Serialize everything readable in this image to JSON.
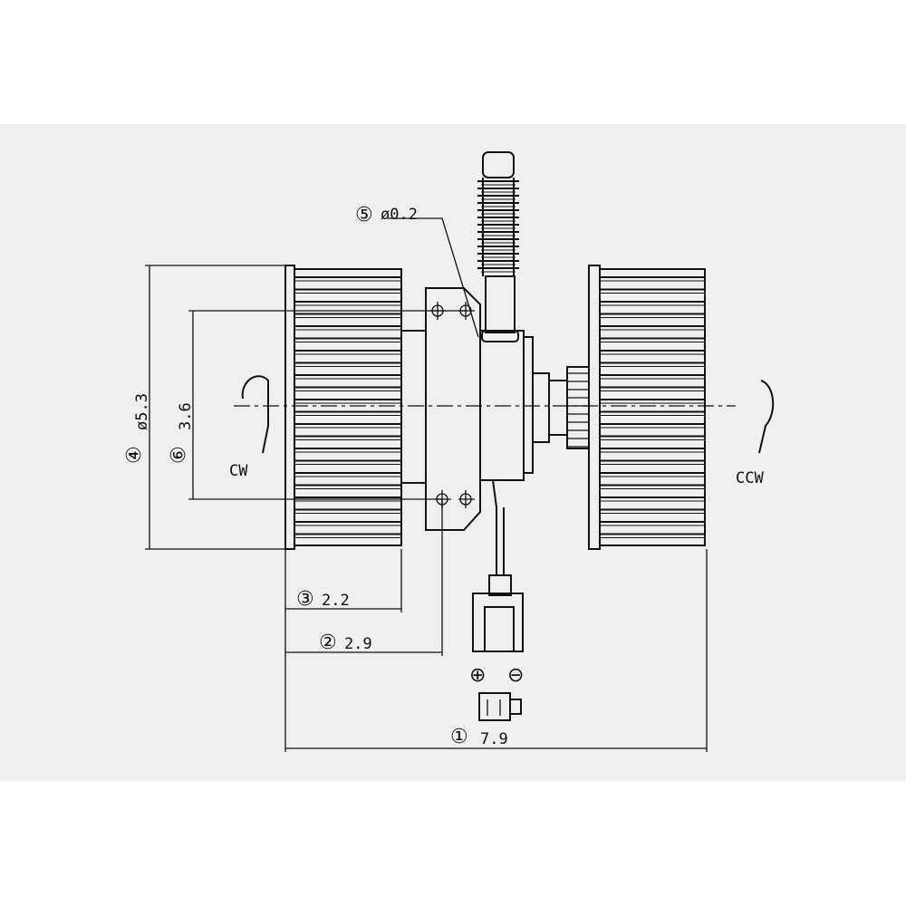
{
  "diagram": {
    "background_color": "#efefef",
    "line_color": "#111111",
    "callouts": [
      {
        "marker": "⑤",
        "text": "ø0.2"
      },
      {
        "marker": "④",
        "text": "ø5.3"
      },
      {
        "marker": "⑥",
        "text": "3.6"
      },
      {
        "marker": "③",
        "text": "2.2"
      },
      {
        "marker": "②",
        "text": "2.9"
      },
      {
        "marker": "①",
        "text": "7.9"
      }
    ],
    "rotation_labels": {
      "left": "CW",
      "right": "CCW"
    },
    "polarity": {
      "positive": "⊕",
      "negative": "⊖"
    }
  }
}
